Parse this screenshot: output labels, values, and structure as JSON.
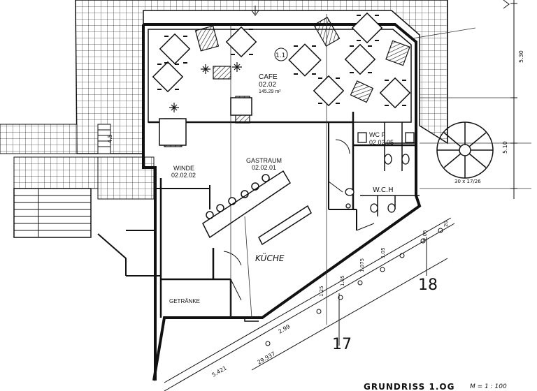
{
  "rooms": {
    "cafe": {
      "name": "CAFE",
      "number": "02.02",
      "area": "145.29 m²",
      "seat_mark": "1.1"
    },
    "gastraum": {
      "name": "GASTRAUM",
      "number": "02.02.01"
    },
    "winde": {
      "name": "WINDE",
      "number": "02.02.02"
    },
    "wc_f": {
      "name": "WC F",
      "number": "02.02.05"
    },
    "wc_h": {
      "name": "W.C.H"
    },
    "kueche": {
      "name": "KÜCHE"
    },
    "getraenke": {
      "name": "GETRÄNKE"
    }
  },
  "axes": {
    "axis_17": "17",
    "axis_18": "18"
  },
  "dimensions": {
    "right_top": "5.30",
    "right_mid": "5.10",
    "stair": "30 x 17/26",
    "diag_total": "29.937",
    "diag_left": "5.421",
    "diag_a": "2.99",
    "diag_b": "1.25",
    "diag_c": "1.05",
    "diag_d": "1.075",
    "diag_e": "1.05",
    "diag_f": "2.05",
    "diag_g": "20",
    "left_stair": "4.5"
  },
  "title_block": {
    "title": "GRUNDRISS 1.OG",
    "scale": "M = 1 : 100"
  }
}
